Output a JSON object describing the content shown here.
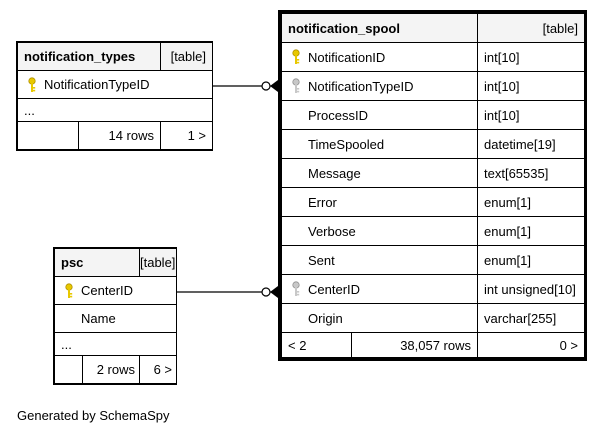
{
  "tables": {
    "notification_types": {
      "name": "notification_types",
      "type": "[table]",
      "columns": [
        {
          "name": "NotificationTypeID",
          "key": "primary"
        }
      ],
      "ellipsis": "...",
      "rows": "14 rows",
      "children": "1 >"
    },
    "notification_spool": {
      "name": "notification_spool",
      "type": "[table]",
      "columns": [
        {
          "name": "NotificationID",
          "datatype": "int[10]",
          "key": "primary"
        },
        {
          "name": "NotificationTypeID",
          "datatype": "int[10]",
          "key": "foreign"
        },
        {
          "name": "ProcessID",
          "datatype": "int[10]"
        },
        {
          "name": "TimeSpooled",
          "datatype": "datetime[19]"
        },
        {
          "name": "Message",
          "datatype": "text[65535]"
        },
        {
          "name": "Error",
          "datatype": "enum[1]"
        },
        {
          "name": "Verbose",
          "datatype": "enum[1]"
        },
        {
          "name": "Sent",
          "datatype": "enum[1]"
        },
        {
          "name": "CenterID",
          "datatype": "int unsigned[10]",
          "key": "foreign"
        },
        {
          "name": "Origin",
          "datatype": "varchar[255]"
        }
      ],
      "parents": "< 2",
      "rows": "38,057 rows",
      "children": "0 >"
    },
    "psc": {
      "name": "psc",
      "type": "[table]",
      "columns": [
        {
          "name": "CenterID",
          "key": "primary"
        },
        {
          "name": "Name"
        }
      ],
      "ellipsis": "...",
      "rows": "2 rows",
      "children": "6 >"
    }
  },
  "colors": {
    "primary_key": "#e8c800",
    "foreign_key": "#b0b0b0",
    "header_bg": "#f4f4f4"
  },
  "footer": "Generated by SchemaSpy"
}
